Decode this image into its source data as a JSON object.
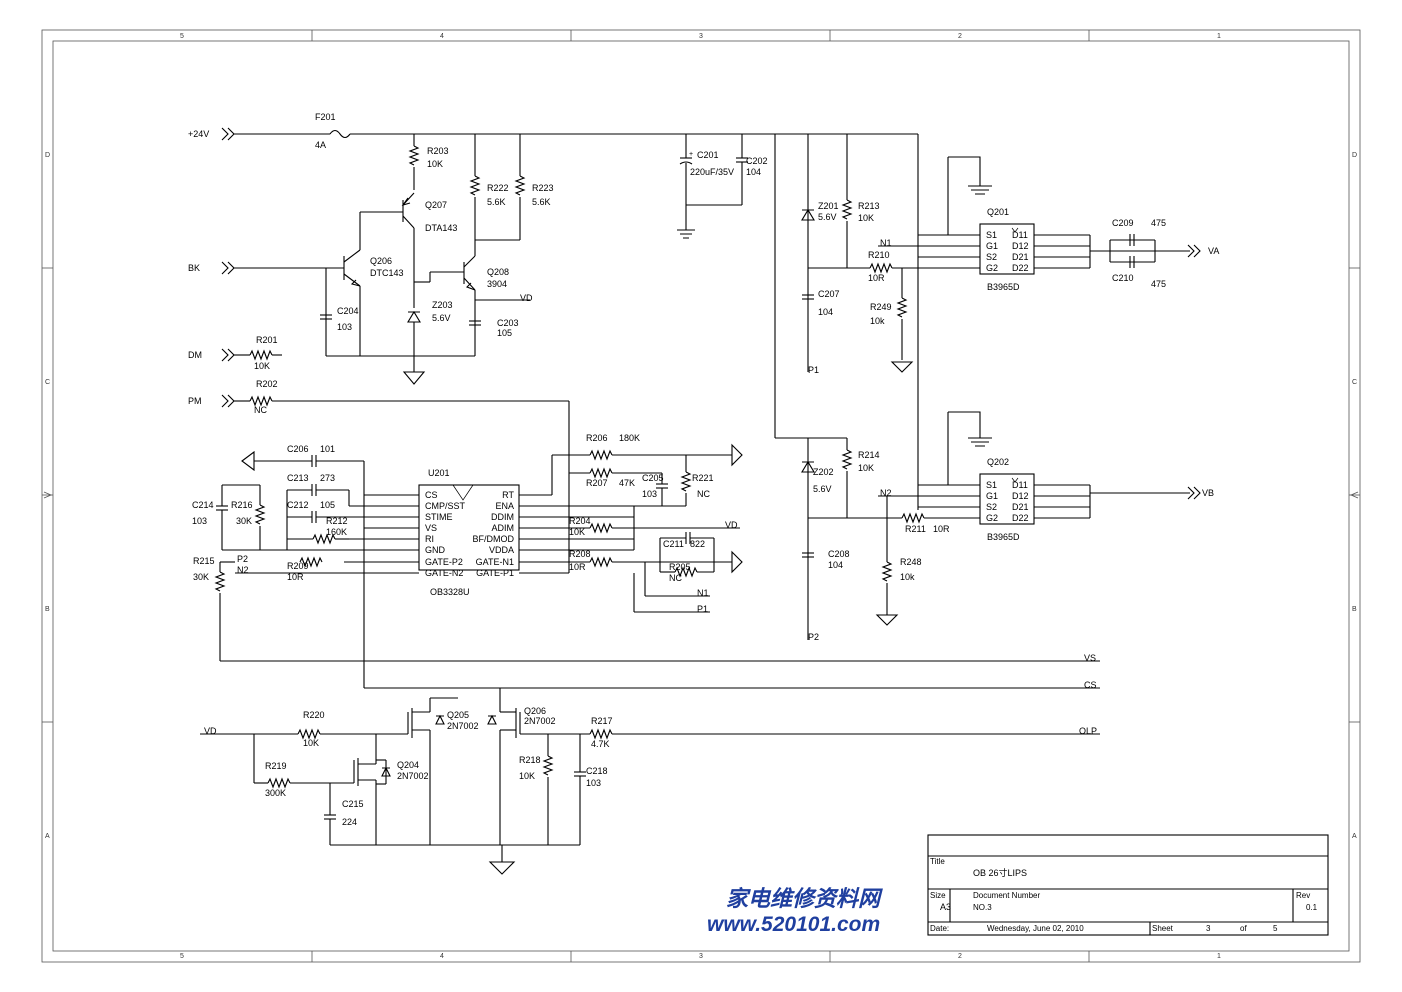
{
  "zones": {
    "cols": [
      "5",
      "4",
      "3",
      "2",
      "1"
    ],
    "rows": [
      "D",
      "C",
      "B",
      "A"
    ]
  },
  "ports": {
    "v24": "+24V",
    "bk": "BK",
    "dm": "DM",
    "pm": "PM",
    "vd_top": "VD",
    "va": "VA",
    "vb": "VB",
    "vd_mid": "VD",
    "n1_out": "N1",
    "p1_out": "P1",
    "vs": "VS",
    "cs": "CS",
    "olp": "OLP",
    "vd_bottom": "VD"
  },
  "refs": {
    "F201": "F201",
    "R203": "R203",
    "Q207": "Q207",
    "R222": "R222",
    "R223": "R223",
    "Q206a": "Q206",
    "Q208": "Q208",
    "C204": "C204",
    "Z203": "Z203",
    "C203": "C203",
    "R201": "R201",
    "R202": "R202",
    "C201": "C201",
    "C202": "C202",
    "Z201": "Z201",
    "R213": "R213",
    "R210": "R210",
    "R249": "R249",
    "C207": "C207",
    "Q201": "Q201",
    "C209": "C209",
    "C210": "C210",
    "Q202": "Q202",
    "Z202": "Z202",
    "R214": "R214",
    "R211": "R211",
    "R248": "R248",
    "C208": "C208",
    "C206": "C206",
    "C213": "C213",
    "C212": "C212",
    "C214": "C214",
    "R216": "R216",
    "R212": "R212",
    "R215": "R215",
    "R209": "R209",
    "U201": "U201",
    "R206": "R206",
    "R207": "R207",
    "C205": "C205",
    "R221": "R221",
    "R204": "R204",
    "C211": "C211",
    "R208": "R208",
    "R205": "R205",
    "R220": "R220",
    "R219": "R219",
    "Q204": "Q204",
    "C215": "C215",
    "Q205": "Q205",
    "Q206b": "Q206",
    "R217": "R217",
    "R218": "R218",
    "C218": "C218"
  },
  "vals": {
    "F201": "4A",
    "R203": "10K",
    "Q207": "DTA143",
    "R222": "5.6K",
    "R223": "5.6K",
    "Q206a": "DTC143",
    "Q208": "3904",
    "C204": "103",
    "Z203": "5.6V",
    "C203": "105",
    "R201": "10K",
    "R202": "NC",
    "C201": "220uF/35V",
    "C202": "104",
    "Z201": "5.6V",
    "R213": "10K",
    "R210": "10R",
    "R249": "10k",
    "C207": "104",
    "Q201": "B3965D",
    "C209": "475",
    "C210": "475",
    "Q202": "B3965D",
    "Z202": "5.6V",
    "R214": "10K",
    "R211": "10R",
    "R248": "10k",
    "C208": "104",
    "C206": "101",
    "C213": "273",
    "C212": "105",
    "C214": "103",
    "R216": "30K",
    "R212": "160K",
    "R215": "30K",
    "R209": "10R",
    "U201": "OB3328U",
    "R206": "180K",
    "R207": "47K",
    "C205": "103",
    "R221": "NC",
    "R204": "10K",
    "C211": "822",
    "R208": "10R",
    "R205": "NC",
    "R220": "10K",
    "R219": "300K",
    "Q204": "2N7002",
    "C215": "224",
    "Q205": "2N7002",
    "Q206b": "2N7002",
    "R217": "4.7K",
    "R218": "10K",
    "C218": "103"
  },
  "nets": {
    "N1": "N1",
    "P1": "P1",
    "N2": "N2",
    "P2": "P2",
    "P2u": "P2",
    "N2u": "N2",
    "cap_plus": "+"
  },
  "mosfet_pins": {
    "S1": "S1",
    "G1": "G1",
    "S2": "S2",
    "G2": "G2",
    "D11": "D11",
    "D12": "D12",
    "D21": "D21",
    "D22": "D22"
  },
  "u201_left": [
    "CS",
    "CMP/SST",
    "STIME",
    "VS",
    "RI",
    "GND",
    "GATE-P2",
    "GATE-N2"
  ],
  "u201_right": [
    "RT",
    "ENA",
    "DDIM",
    "ADIM",
    "BF/DMOD",
    "VDDA",
    "GATE-N1",
    "GATE-P1"
  ],
  "title_block": {
    "title_label": "Title",
    "title": "OB 26寸LIPS",
    "size_label": "Size",
    "size": "A3",
    "docnum_label": "Document Number",
    "docnum": "NO.3",
    "rev_label": "Rev",
    "rev": "0.1",
    "date_label": "Date:",
    "date": "Wednesday, June 02, 2010",
    "sheet_label": "Sheet",
    "sheet": "3",
    "of_label": "of",
    "of": "5"
  },
  "watermark": {
    "line1": "家电维修资料网",
    "line2": "www.520101.com",
    "accent": "#1f3f9f"
  }
}
